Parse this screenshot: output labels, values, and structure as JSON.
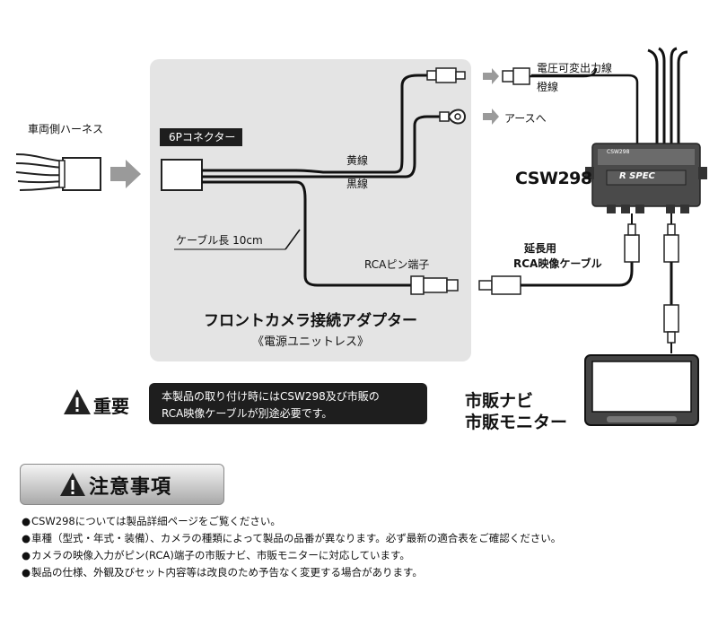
{
  "harness_label": "車両側ハーネス",
  "connector_tag": "6Pコネクター",
  "wire_labels": {
    "yellow": "黄線",
    "black": "黒線",
    "cable_length": "ケーブル長 10cm",
    "rca_pin": "RCAピン端子"
  },
  "adapter": {
    "title": "フロントカメラ接続アダプター",
    "subtitle": "《電源ユニットレス》"
  },
  "right_labels": {
    "voltage_line": "電圧可変出力線",
    "orange_line": "橙線",
    "ground": "アースへ",
    "extension_line1": "延長用",
    "extension_line2": "RCA映像ケーブル"
  },
  "csw": {
    "title": "CSW298",
    "brand": "R SPEC",
    "small_top_left": "CSW298"
  },
  "navi": {
    "line1": "市販ナビ",
    "line2": "市販モニター"
  },
  "important": {
    "word": "重要",
    "line1": "本製品の取り付け時にはCSW298及び市販の",
    "line2": "RCA映像ケーブルが別途必要です。"
  },
  "caution": {
    "word": "注意事項",
    "notes": [
      "CSW298については製品詳細ページをご覧ください。",
      "車種（型式・年式・装備）、カメラの種類によって製品の品番が異なります。必ず最新の適合表をご確認ください。",
      "カメラの映像入力がピン(RCA)端子の市販ナビ、市販モニターに対応しています。",
      "製品の仕様、外観及びセット内容等は改良のため予告なく変更する場合があります。"
    ]
  },
  "colors": {
    "panel": "#e4e4e4",
    "dark": "#1e1e1e",
    "arrow_gray": "#9a9a9a"
  }
}
